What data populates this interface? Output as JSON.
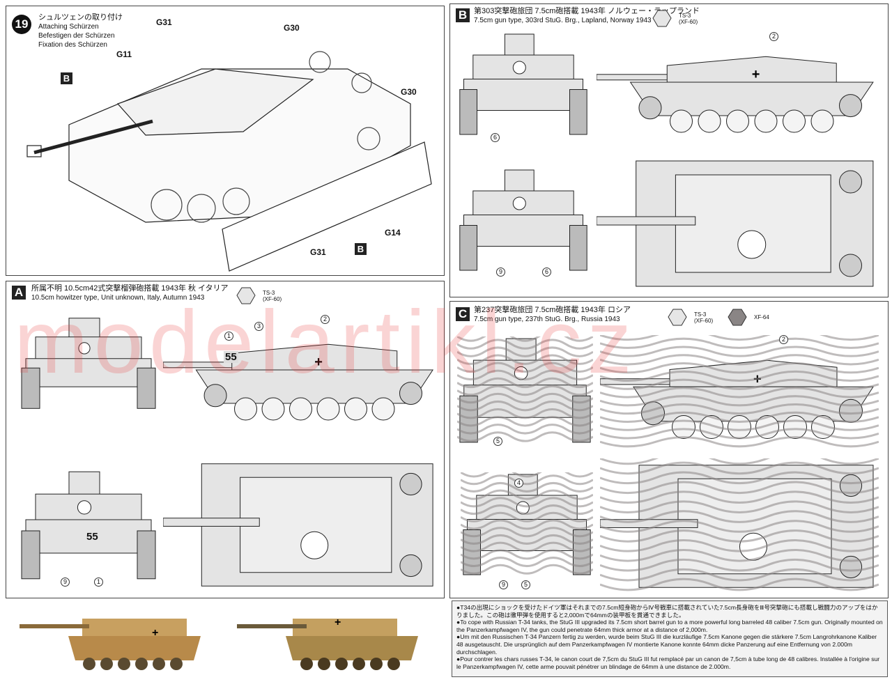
{
  "step": {
    "number": "19",
    "title_jp": "シュルツェンの取り付け",
    "title_en": "Attaching Schürzen",
    "title_de": "Befestigen der Schürzen",
    "title_fr": "Fixation des Schürzen",
    "part_labels": [
      "G31",
      "G30",
      "G11",
      "B",
      "G30",
      "G14",
      "G31",
      "B"
    ]
  },
  "schemes": [
    {
      "letter": "A",
      "title_jp": "所属不明 10.5cm42式突撃榴弾砲搭載 1943年 秋 イタリア",
      "title_en": "10.5cm howitzer type, Unit unknown, Italy, Autumn 1943",
      "paints": [
        {
          "code": "TS-3",
          "sub": "(XF-60)",
          "color": "#e6e6e6"
        }
      ],
      "hull_number": "55",
      "callouts": [
        "1",
        "2",
        "3",
        "9",
        "1"
      ]
    },
    {
      "letter": "B",
      "title_jp": "第303突撃砲旅団 7.5cm砲搭載 1943年 ノルウェー・ラップランド",
      "title_en": "7.5cm gun type, 303rd StuG. Brg., Lapland, Norway 1943",
      "paints": [
        {
          "code": "TS-3",
          "sub": "(XF-60)",
          "color": "#e6e6e6"
        }
      ],
      "callouts": [
        "2",
        "6",
        "9",
        "6"
      ]
    },
    {
      "letter": "C",
      "title_jp": "第237突撃砲旅団 7.5cm砲搭載 1943年 ロシア",
      "title_en": "7.5cm gun type, 237th StuG. Brg., Russia 1943",
      "paints": [
        {
          "code": "TS-3",
          "sub": "(XF-60)",
          "color": "#e6e6e6"
        },
        {
          "code": "XF-64",
          "sub": "",
          "color": "#8a8585"
        }
      ],
      "callouts": [
        "2",
        "5",
        "4",
        "9",
        "5"
      ]
    }
  ],
  "watermark": "modelartikl.cz",
  "notes": [
    "●T34の出現にショックを受けたドイツ軍はそれまでの7.5cm短身砲からⅣ号戦車に搭載されていた7.5cm長身砲をⅢ号突撃砲にも搭載し戦闘力のアップをはかりました。この砲は徹甲弾を使用すると2,000mで64mmの装甲板を貫通できました。",
    "●To cope with Russian T-34 tanks, the StuG III upgraded its 7.5cm short barrel gun to a more powerful long barreled 48 caliber 7.5cm gun. Originally mounted on the Panzerkampfwagen IV, the gun could penetrate 64mm thick armor at a distance of 2,000m.",
    "●Um mit den Russischen T-34 Panzern fertig zu werden, wurde beim StuG III die kurzläufige 7.5cm Kanone gegen die stärkere 7.5cm Langrohrkanone Kaliber 48 ausgetauscht. Die ursprünglich auf dem Panzerkampfwagen IV montierte Kanone konnte 64mm dicke Panzerung auf eine Entfernung von 2.000m durchschlagen.",
    "●Pour contrer les chars russes T-34, le canon court de 7,5cm du StuG III fut remplacé par un canon de 7,5cm à tube long de 48 calibres. Installée à l'origine sur le Panzerkampfwagen IV, cette arme pouvait pénétrer un blindage de 64mm à une distance de 2.000m."
  ]
}
